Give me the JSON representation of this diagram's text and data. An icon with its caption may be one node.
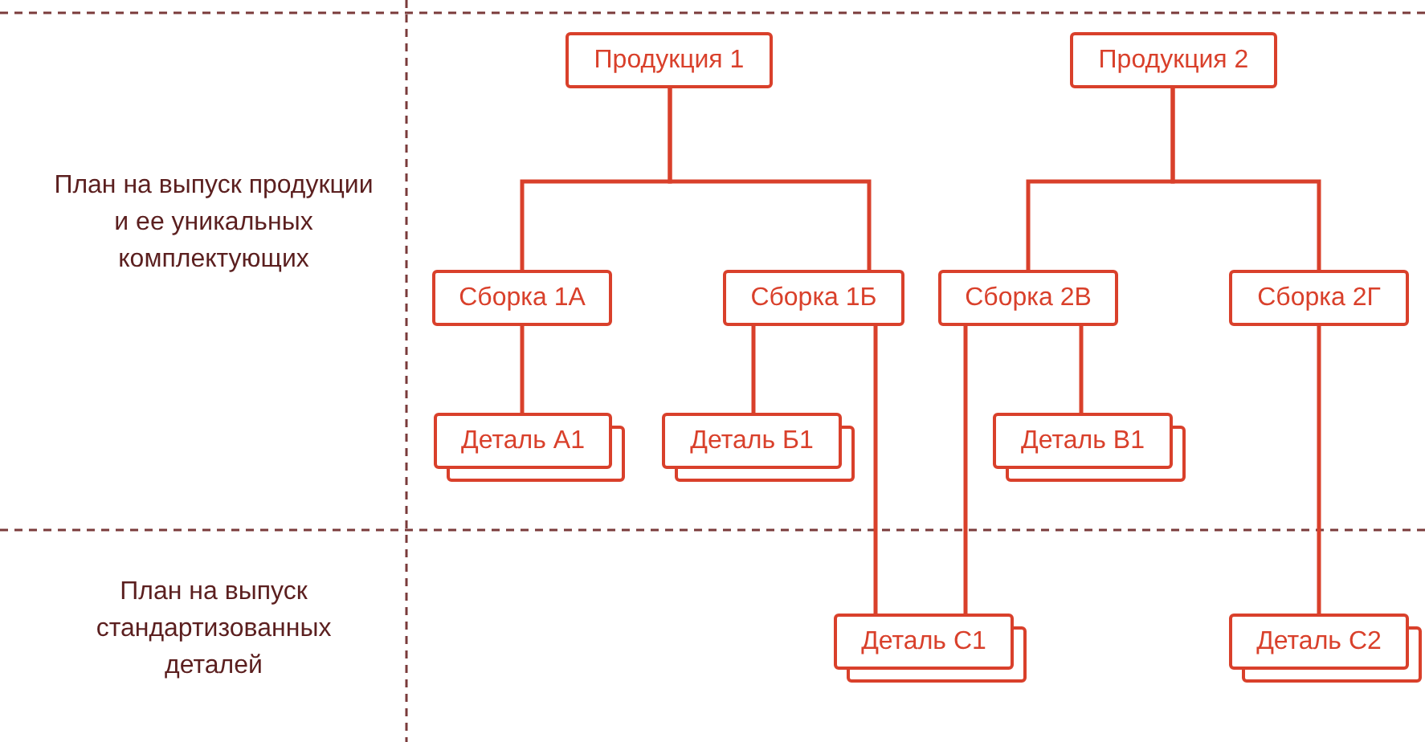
{
  "diagram": {
    "nodes": [
      {
        "text": [
          "Продукция 1"
        ]
      },
      {
        "text": [
          "Продукция 2"
        ]
      },
      {
        "text": [
          "Сборка 1А"
        ]
      },
      {
        "text": [
          "Сборка 1Б"
        ]
      },
      {
        "text": [
          "Сборка 2В"
        ]
      },
      {
        "text": [
          "Сборка 2Г"
        ]
      },
      {
        "text": [
          "Деталь А1"
        ]
      },
      {
        "text": [
          "Деталь Б1"
        ]
      },
      {
        "text": [
          "Деталь В1"
        ]
      },
      {
        "text": [
          "Деталь С1"
        ]
      },
      {
        "text": [
          "Деталь С2"
        ]
      }
    ],
    "edges": [
      {
        "from": 0,
        "to": 2,
        "arrow": "none"
      },
      {
        "from": 0,
        "to": 3,
        "arrow": "none"
      },
      {
        "from": 1,
        "to": 4,
        "arrow": "none"
      },
      {
        "from": 1,
        "to": 5,
        "arrow": "none"
      },
      {
        "from": 2,
        "to": 6,
        "arrow": "none"
      },
      {
        "from": 3,
        "to": 7,
        "arrow": "none"
      },
      {
        "from": 3,
        "to": 9,
        "arrow": "none"
      },
      {
        "from": 4,
        "to": 9,
        "arrow": "none"
      },
      {
        "from": 4,
        "to": 8,
        "arrow": "none"
      },
      {
        "from": 5,
        "to": 10,
        "arrow": "none"
      }
    ],
    "labels": [
      "План на выпуск продукции и ее уникальных комплектующих",
      "План на выпуск стандартизованных деталей"
    ]
  }
}
